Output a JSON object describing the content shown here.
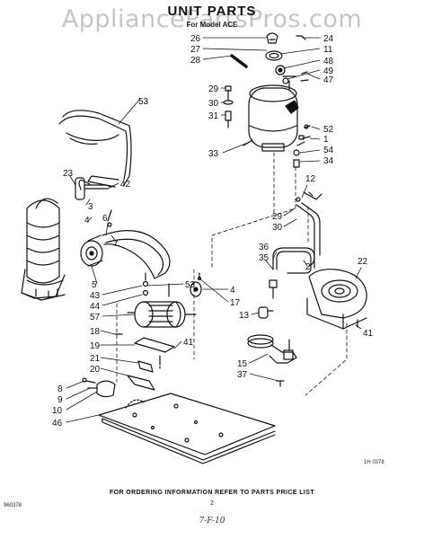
{
  "watermark": "AppliancePartsPros.com",
  "diagram": {
    "title": "UNIT PARTS",
    "subtitle": "For Model ACE",
    "footer_note": "FOR ORDERING INFORMATION REFER TO PARTS PRICE LIST",
    "page_number": "2",
    "diagram_code_right": "1H 0378",
    "diagram_code_left": "960378",
    "handwritten_date": "7-F-10"
  },
  "callouts": [
    {
      "id": "c26",
      "label": "26"
    },
    {
      "id": "c24",
      "label": "24"
    },
    {
      "id": "c27",
      "label": "27"
    },
    {
      "id": "c11",
      "label": "11"
    },
    {
      "id": "c28",
      "label": "28"
    },
    {
      "id": "c48",
      "label": "48"
    },
    {
      "id": "c49",
      "label": "49"
    },
    {
      "id": "c47",
      "label": "47"
    },
    {
      "id": "c29a",
      "label": "29"
    },
    {
      "id": "c30a",
      "label": "30"
    },
    {
      "id": "c31",
      "label": "31"
    },
    {
      "id": "c52",
      "label": "52"
    },
    {
      "id": "c53",
      "label": "53"
    },
    {
      "id": "c1",
      "label": "1"
    },
    {
      "id": "c33",
      "label": "33"
    },
    {
      "id": "c54",
      "label": "54"
    },
    {
      "id": "c34",
      "label": "34"
    },
    {
      "id": "c23",
      "label": "23"
    },
    {
      "id": "c42",
      "label": "42"
    },
    {
      "id": "c3",
      "label": "3"
    },
    {
      "id": "c12",
      "label": "12"
    },
    {
      "id": "c4a",
      "label": "4"
    },
    {
      "id": "c6",
      "label": "6"
    },
    {
      "id": "c29b",
      "label": "29"
    },
    {
      "id": "c30b",
      "label": "30"
    },
    {
      "id": "c7",
      "label": "7"
    },
    {
      "id": "c36",
      "label": "36"
    },
    {
      "id": "c35",
      "label": "35"
    },
    {
      "id": "c22",
      "label": "22"
    },
    {
      "id": "c2",
      "label": "2"
    },
    {
      "id": "c5",
      "label": "5"
    },
    {
      "id": "c43",
      "label": "43"
    },
    {
      "id": "c44",
      "label": "44"
    },
    {
      "id": "c57",
      "label": "57"
    },
    {
      "id": "c53b",
      "label": "53"
    },
    {
      "id": "c4b",
      "label": "4"
    },
    {
      "id": "c17",
      "label": "17"
    },
    {
      "id": "c13",
      "label": "13"
    },
    {
      "id": "c18",
      "label": "18"
    },
    {
      "id": "c19",
      "label": "19"
    },
    {
      "id": "c41a",
      "label": "41"
    },
    {
      "id": "c41b",
      "label": "41"
    },
    {
      "id": "c21",
      "label": "21"
    },
    {
      "id": "c15",
      "label": "15"
    },
    {
      "id": "c20",
      "label": "20"
    },
    {
      "id": "c37",
      "label": "37"
    },
    {
      "id": "c8",
      "label": "8"
    },
    {
      "id": "c9",
      "label": "9"
    },
    {
      "id": "c10",
      "label": "10"
    },
    {
      "id": "c46",
      "label": "46"
    }
  ]
}
